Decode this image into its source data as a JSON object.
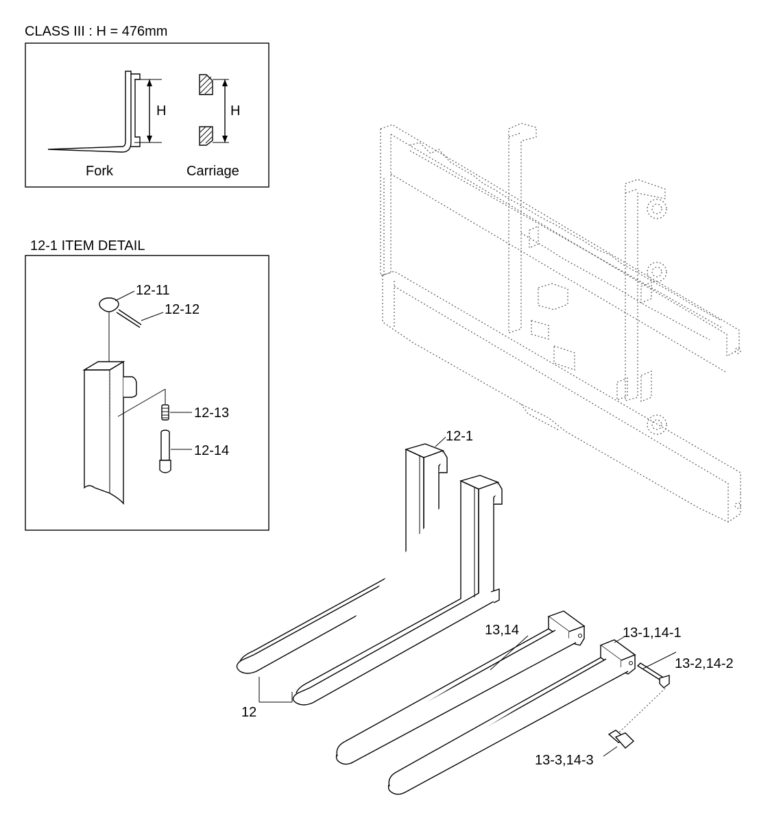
{
  "class_box": {
    "title": "CLASS III : H = 476mm",
    "h_label": "H",
    "fork_label": "Fork",
    "carriage_label": "Carriage"
  },
  "detail_box": {
    "title": "12-1 ITEM DETAIL",
    "callouts": [
      "12-11",
      "12-12",
      "12-13",
      "12-14"
    ]
  },
  "main_callouts": {
    "fork_top": "12-1",
    "fork_pair": "12",
    "extension": "13,14",
    "ext_bracket": "13-1,14-1",
    "ext_pin": "13-2,14-2",
    "ext_bolt": "13-3,14-3"
  }
}
